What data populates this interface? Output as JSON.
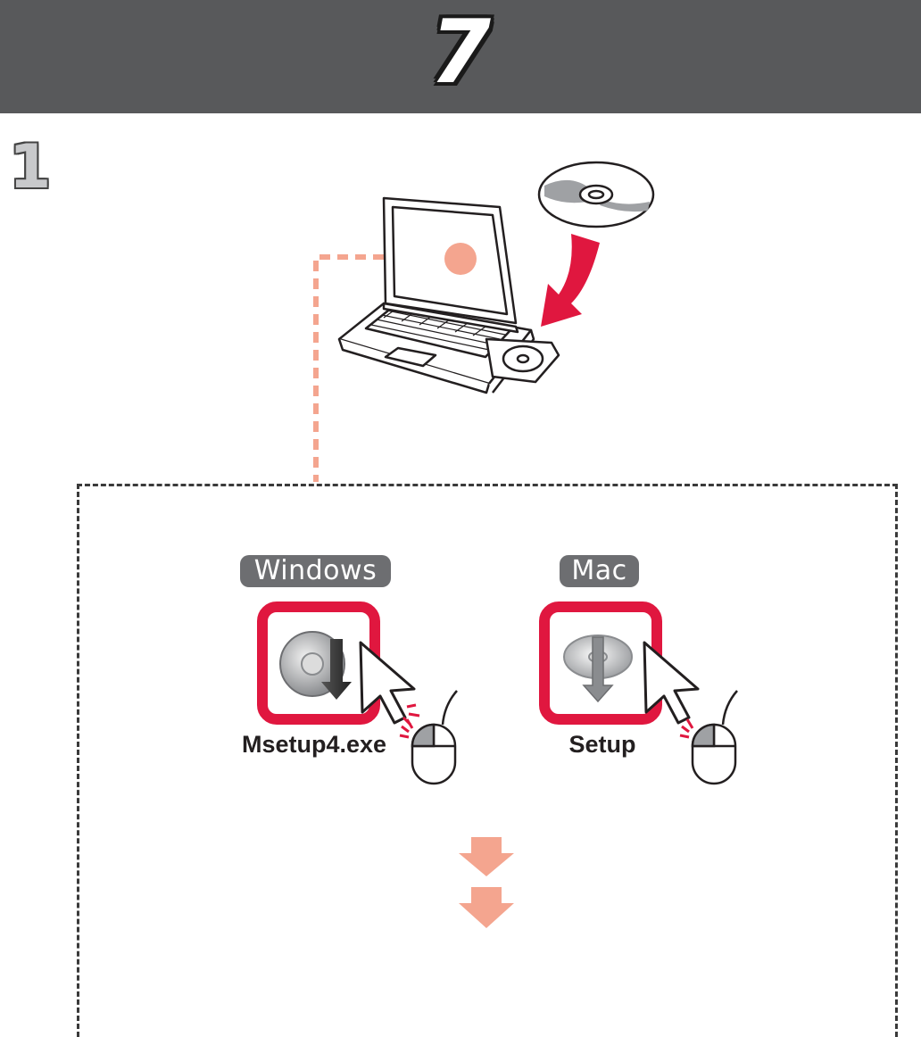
{
  "header": {
    "step_number": "7"
  },
  "substep": {
    "number": "1"
  },
  "platforms": {
    "windows": {
      "tag": "Windows",
      "file_label": "Msetup4.exe",
      "icon": "cd-install-icon"
    },
    "mac": {
      "tag": "Mac",
      "file_label": "Setup",
      "icon": "disc-install-icon"
    }
  },
  "colors": {
    "header": "#58595b",
    "highlight": "#e0173f",
    "accent_salmon": "#f4a58f"
  }
}
